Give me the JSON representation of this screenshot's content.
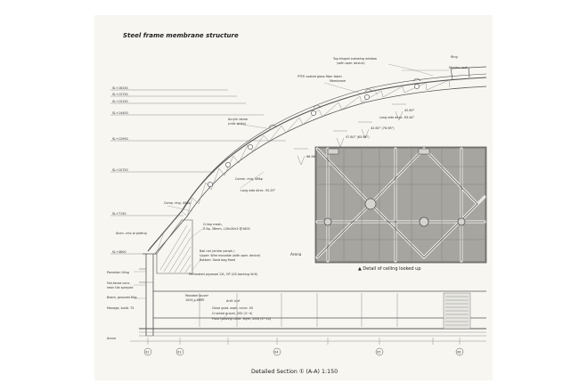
{
  "title": "Steel frame membrane structure",
  "caption": "Detailed Section ① (A-A) 1:150",
  "photo_caption": "▲ Detail of ceiling looked up",
  "arena_label": "Arena",
  "annotations": [
    {
      "text": "Top-hinged outswing window",
      "sub": "(with oper. device)"
    },
    {
      "text": "Ring",
      "sub": ""
    },
    {
      "text": "Monitor roof",
      "sub": ""
    },
    {
      "text": "PTFE coated glass fiber fabric",
      "sub": ""
    },
    {
      "text": "Membrane",
      "sub": ""
    },
    {
      "text": "Acrylic dome",
      "sub": "(milk white)"
    },
    {
      "text": "Comp. ring, 406φ",
      "sub": "Comm. ring, 406φ"
    },
    {
      "text": "Long side direc. 55.29°",
      "sub": ""
    },
    {
      "text": "Long side direc. 83.44°",
      "sub": ""
    },
    {
      "text": "Crimp mesh,",
      "sub": "2.5φ, 38mm, L30x30x3 @1600"
    },
    {
      "text": "Alum. zinc-al plating",
      "sub": ""
    },
    {
      "text": "Ball net (entire periph.)",
      "sub": "Upper: Wire movable (with oper. device)"
    },
    {
      "text": "Bottom: Sand bag fixed",
      "sub": ""
    },
    {
      "text": "Perforated plywood 12t, OP (GS backing W-6)",
      "sub": ""
    },
    {
      "text": "Porcelain tiling",
      "sub": ""
    },
    {
      "text": "Fair-faced conc.",
      "sub": "resin tile sprayed"
    },
    {
      "text": "Beam, grooved 60φ",
      "sub": ""
    },
    {
      "text": "Monage, build. 75",
      "sub": ""
    },
    {
      "text": "Movable louver",
      "sub": "1000 x 5000"
    },
    {
      "text": "Artif. turf",
      "sub": ""
    },
    {
      "text": "Close grad. asph. concr. 50",
      "sub": ""
    },
    {
      "text": "Crushed gravel, 200 (3~4)",
      "sub": ""
    },
    {
      "text": "Frost heaving contr. layer, 200t (3~10)",
      "sub": ""
    },
    {
      "text": "Arena",
      "sub": ""
    }
  ],
  "level_marks": [
    "SL+16200",
    "SL+15750",
    "SL+15150",
    "SL+14400",
    "SL+12900",
    "SL+10750",
    "SL+7150",
    "SL+4800"
  ],
  "grid_marks": [
    "X2",
    "X3",
    "X4",
    "X5",
    "X6"
  ],
  "angles": [
    "42.60° (76.98°)",
    "57.60° (65.98°)",
    "66.96° (62.77°)",
    "42.60°"
  ]
}
